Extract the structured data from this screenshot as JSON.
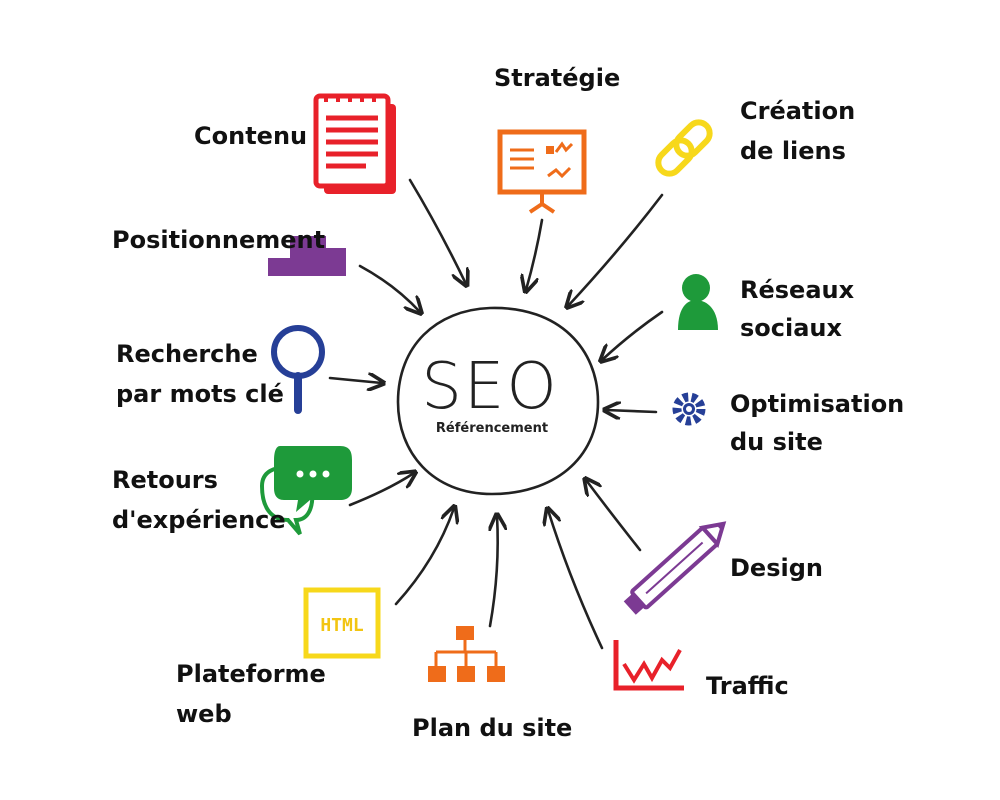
{
  "center": {
    "title": "SEO",
    "subtitle": "Référencement"
  },
  "nodes": {
    "contenu": {
      "label": [
        "Contenu"
      ],
      "icon": "notepad-icon",
      "color": "#e8212a"
    },
    "strategie": {
      "label": [
        "Stratégie"
      ],
      "icon": "presentation-board-icon",
      "color": "#ef6c1a"
    },
    "creation_liens": {
      "label": [
        "Création",
        "de liens"
      ],
      "icon": "chain-link-icon",
      "color": "#f7d81b"
    },
    "positionnement": {
      "label": [
        "Positionnement"
      ],
      "icon": "podium-icon",
      "color": "#7c3a93"
    },
    "reseaux_sociaux": {
      "label": [
        "Réseaux",
        "sociaux"
      ],
      "icon": "person-icon",
      "color": "#1e9a3a"
    },
    "recherche": {
      "label": [
        "Recherche",
        "par mots clé"
      ],
      "icon": "magnifier-icon",
      "color": "#263f97"
    },
    "optimisation": {
      "label": [
        "Optimisation",
        "du site"
      ],
      "icon": "gear-icon",
      "color": "#263f97"
    },
    "retours": {
      "label": [
        "Retours",
        "d'expérience"
      ],
      "icon": "chat-bubbles-icon",
      "color": "#1e9a3a"
    },
    "design": {
      "label": [
        "Design"
      ],
      "icon": "pencil-icon",
      "color": "#7c3a93"
    },
    "plateforme": {
      "label": [
        "Plateforme",
        "web"
      ],
      "icon": "html-icon",
      "icon_text": "HTML",
      "color": "#f7d81b"
    },
    "plan_du_site": {
      "label": [
        "Plan du site"
      ],
      "icon": "sitemap-icon",
      "color": "#ef6c1a"
    },
    "traffic": {
      "label": [
        "Traffic"
      ],
      "icon": "traffic-chart-icon",
      "color": "#e8212a"
    }
  }
}
